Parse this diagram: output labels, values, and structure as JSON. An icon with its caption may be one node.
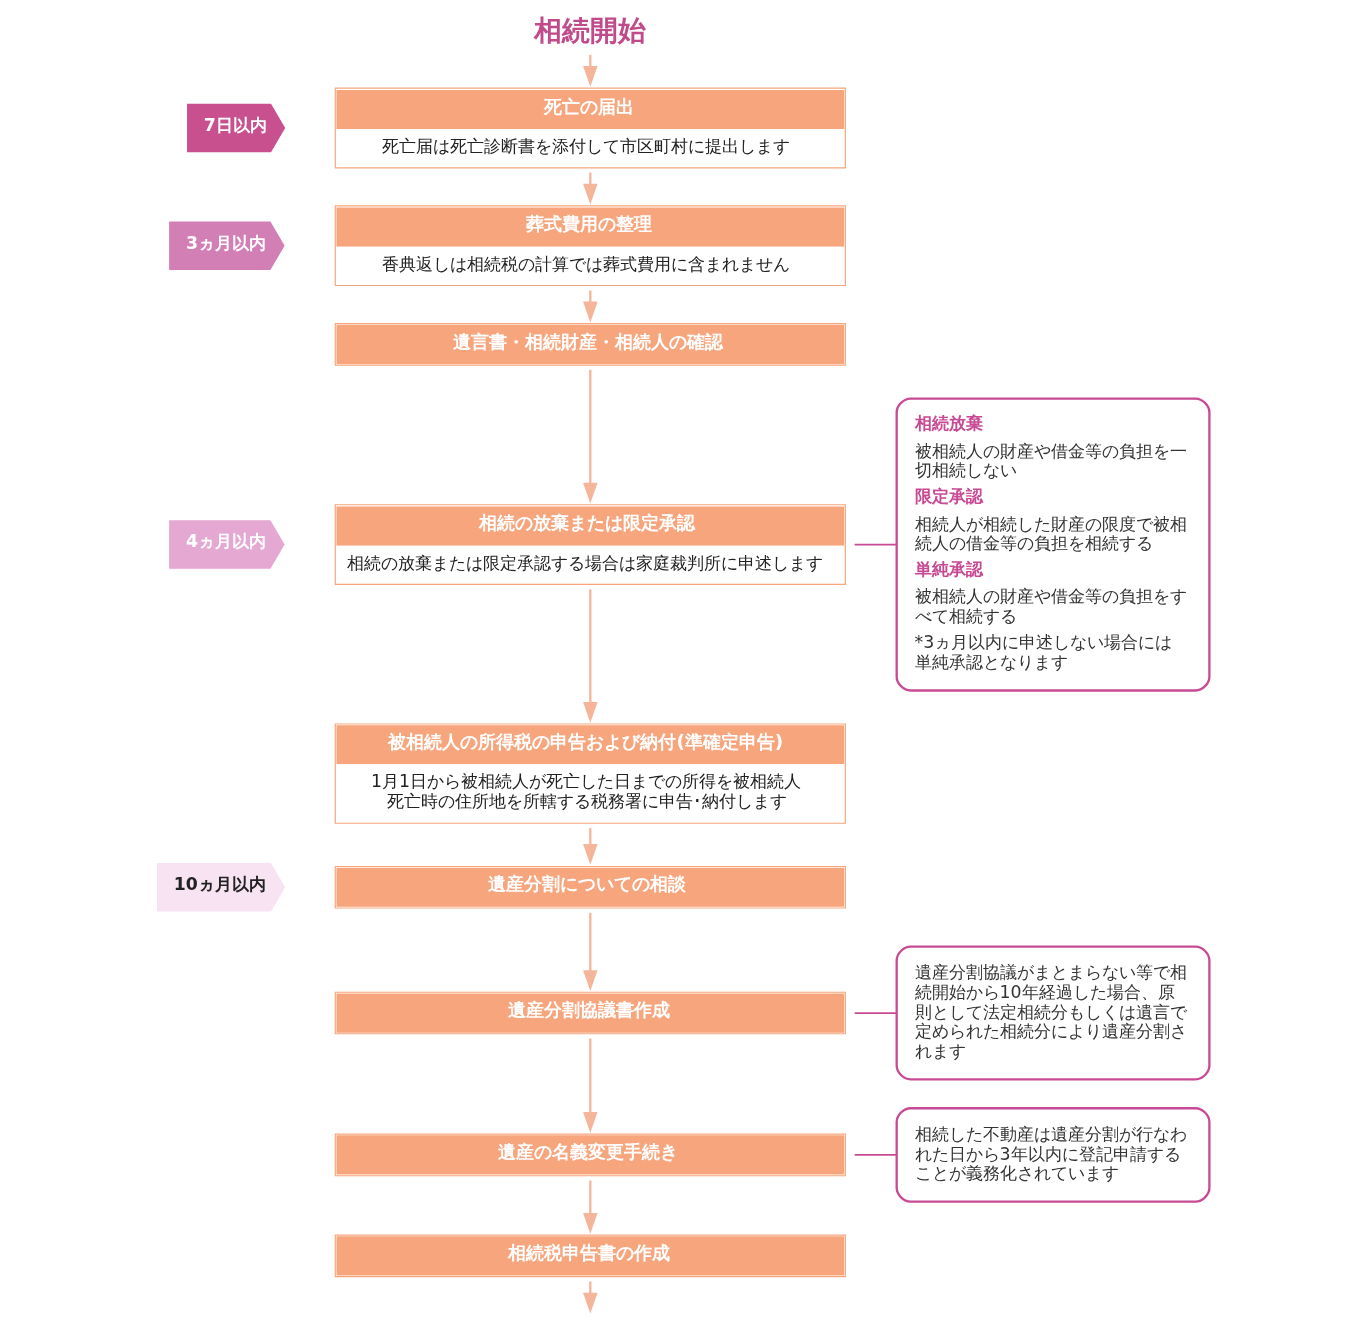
{
  "diagram": {
    "nodes": [
      {
        "text": [
          "相続開始"
        ]
      },
      {
        "text": [
          "死亡の届出",
          "死亡届は死亡診断書を添付して市区町村に提出します"
        ]
      },
      {
        "text": [
          "葬式費用の整理",
          "香典返しは相続税の計算では葬式費用に含まれません"
        ]
      },
      {
        "text": [
          "遺言書・相続財産・相続人の確認"
        ]
      },
      {
        "text": [
          "相続の放棄または限定承認",
          "相続の放棄または限定承認する場合は家庭裁判所に申述します"
        ]
      },
      {
        "text": [
          "被相続人の所得税の申告および納付(準確定申告)",
          "1月1日から被相続人が死亡した日までの所得を被相続人死亡時の住所地を所轄する税務署に申告･納付します"
        ]
      },
      {
        "text": [
          "遺産分割についての相談"
        ]
      },
      {
        "text": [
          "遺産分割協議書作成"
        ]
      },
      {
        "text": [
          "遺産の名義変更手続き"
        ]
      },
      {
        "text": [
          "相続税申告書の作成"
        ]
      },
      {
        "text": [
          "相続放棄",
          "被相続人の財産や借金等の負担を一切相続しない",
          "限定承認",
          "相続人が相続した財産の限度で被相続人の借金等の負担を相続する",
          "単純承認",
          "被相続人の財産や借金等の負担をすべて相続する",
          "*3ヵ月以内に申述しない場合には単純承認となります"
        ]
      },
      {
        "text": [
          "遺産分割協議がまとまらない等で相続開始から10年経過した場合、原則として法定相続分もしくは遺言で定められた相続分により遺産分割されます"
        ]
      },
      {
        "text": [
          "相続した不動産は遺産分割が行なわれた日から3年以内に登記申請することが義務化されています"
        ]
      },
      {
        "text": [
          "7日以内"
        ]
      },
      {
        "text": [
          "3ヵ月以内"
        ]
      },
      {
        "text": [
          "4ヵ月以内"
        ]
      },
      {
        "text": [
          "10ヵ月以内"
        ]
      }
    ],
    "edges": [
      {
        "from": 0,
        "to": 1,
        "arrow": "to"
      },
      {
        "from": 1,
        "to": 2,
        "arrow": "to"
      },
      {
        "from": 2,
        "to": 3,
        "arrow": "to"
      },
      {
        "from": 3,
        "to": 4,
        "arrow": "to"
      },
      {
        "from": 4,
        "to": 5,
        "arrow": "to"
      },
      {
        "from": 5,
        "to": 6,
        "arrow": "to"
      },
      {
        "from": 6,
        "to": 7,
        "arrow": "to"
      },
      {
        "from": 7,
        "to": 8,
        "arrow": "to"
      },
      {
        "from": 8,
        "to": 9,
        "arrow": "to"
      },
      {
        "from": 9,
        "to": null,
        "arrow": "to"
      },
      {
        "from": 10,
        "to": 4,
        "arrow": "none",
        "color": "#c84a94"
      },
      {
        "from": 11,
        "to": 7,
        "arrow": "none",
        "color": "#c84a94"
      },
      {
        "from": 12,
        "to": 8,
        "arrow": "none",
        "color": "#c84a94"
      }
    ]
  }
}
